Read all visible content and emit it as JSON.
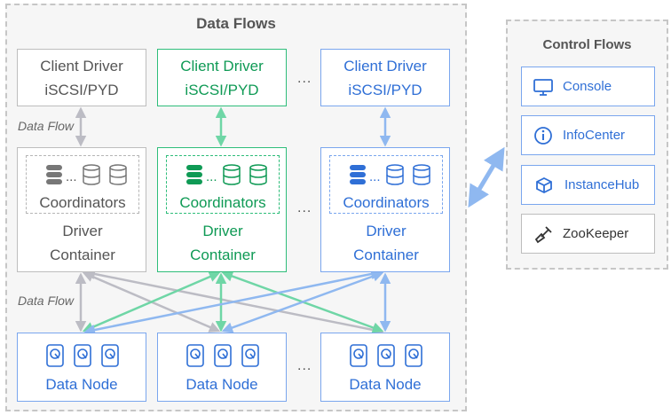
{
  "data_flows_title": "Data Flows",
  "control_flows_title": "Control Flows",
  "flow_label": "Data Flow",
  "ellipsis": "...",
  "client_line1": "Client Driver",
  "client_line2": "iSCSI/PYD",
  "coordinators": "Coordinators",
  "driver_line1": "Driver",
  "driver_line2": "Container",
  "data_node": "Data Node",
  "control_items": [
    {
      "label": "Console",
      "icon": "monitor-icon"
    },
    {
      "label": "InfoCenter",
      "icon": "info-icon"
    },
    {
      "label": "InstanceHub",
      "icon": "cubes-icon"
    },
    {
      "label": "ZooKeeper",
      "icon": "shovel-icon"
    }
  ],
  "colors": {
    "gray": "#555555",
    "green": "#0f9a55",
    "blue": "#2f6fd6",
    "gray_arrow": "#bcbcc4",
    "green_arrow": "#6fd6a6",
    "blue_arrow": "#8fb8f0"
  }
}
